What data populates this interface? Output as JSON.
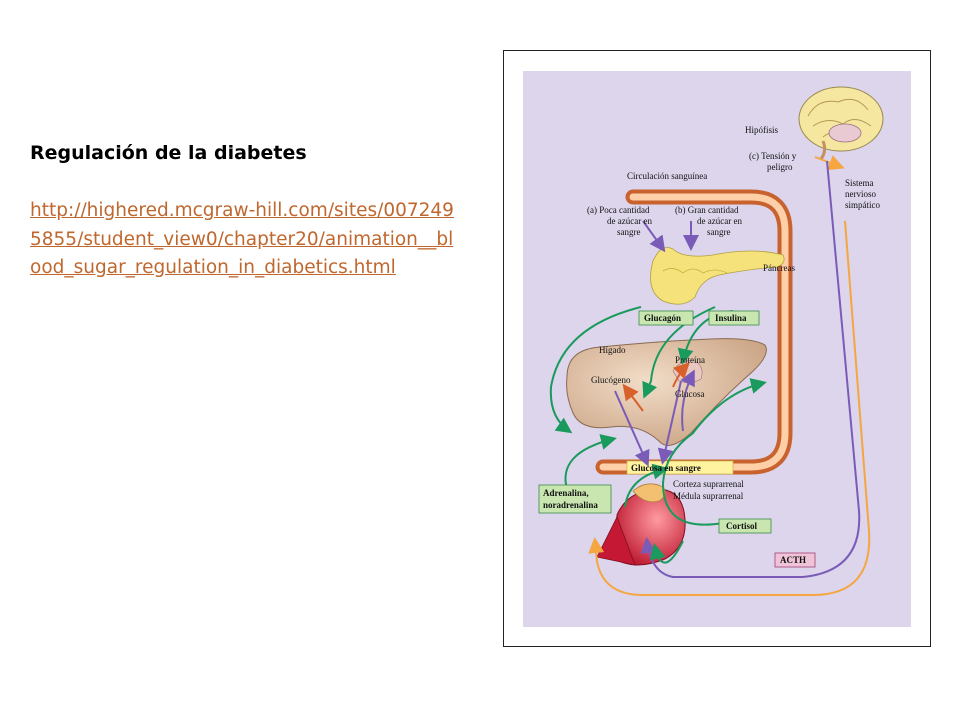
{
  "slide": {
    "title": "Regulación de la diabetes",
    "link": "http://highered.mcgraw-hill.com/sites/0072495855/student_view0/chapter20/animation__blood_sugar_regulation_in_diabetics.html"
  },
  "diagram": {
    "labels": {
      "hipofisis": "Hipófisis",
      "tension_1": "(c) Tensión y",
      "tension_2": "peligro",
      "sistema_1": "Sistema",
      "sistema_2": "nervioso",
      "sistema_3": "simpático",
      "circulacion": "Circulación sanguínea",
      "poca_1": "(a) Poca cantidad",
      "poca_2": "de azúcar en",
      "poca_3": "sangre",
      "gran_1": "(b) Gran cantidad",
      "gran_2": "de azúcar en",
      "gran_3": "sangre",
      "pancreas": "Páncreas",
      "glucagon": "Glucagón",
      "insulina": "Insulina",
      "higado": "Hígado",
      "proteina": "Proteína",
      "glucogeno": "Glucógeno",
      "glucosa": "Glucosa",
      "glucosa_sangre": "Glucosa en sangre",
      "corteza": "Corteza suprarrenal",
      "medula": "Médula suprarrenal",
      "adrenalina_1": "Adrenalina,",
      "adrenalina_2": "noradrenalina",
      "cortisol": "Cortisol",
      "acth": "ACTH"
    },
    "colors": {
      "background": "#dcd5ec",
      "vessel": "#f0a070",
      "green_arrow": "#1a9a5c",
      "purple_arrow": "#7a5cb8",
      "orange_arrow": "#f5a640",
      "green_box": "#c9e6b0",
      "yellow_band": "#fff3a0",
      "pink_box": "#f0c4d8"
    }
  }
}
